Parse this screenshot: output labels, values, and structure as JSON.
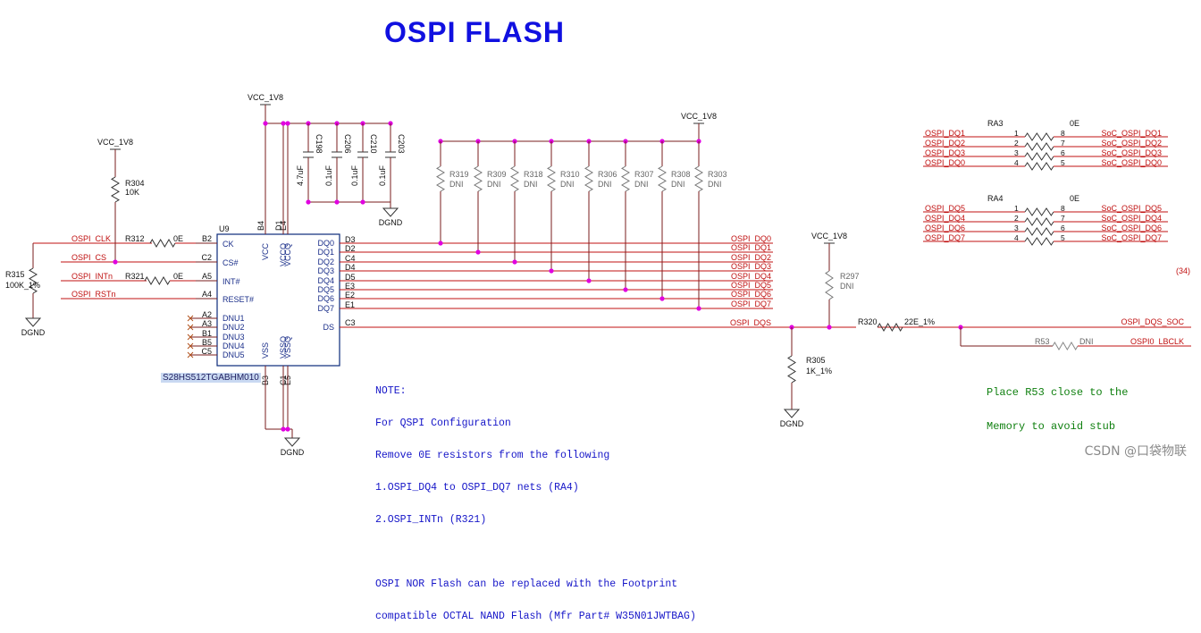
{
  "title": "OSPI  FLASH",
  "colors": {
    "net": "#c01010",
    "wire": "#7a1e1e",
    "junction": "#e000e0",
    "chip": "#0b2a7a",
    "pinlabel": "#1b2f8a",
    "text_blue": "#1515c8",
    "gray": "#666666"
  },
  "power": {
    "vcc_chip": "VCC_1V8",
    "vcc_r304": "VCC_1V8",
    "vcc_pull": "VCC_1V8",
    "vcc_r297": "VCC_1V8"
  },
  "ground": {
    "gnd_r315": "DGND",
    "gnd_caps": "DGND",
    "gnd_chip": "DGND",
    "gnd_r305": "DGND"
  },
  "chip": {
    "ref": "U9",
    "part": "S28HS512TGABHM010",
    "left_pins": [
      {
        "num": "B2",
        "name": "CK"
      },
      {
        "num": "C2",
        "name": "CS#"
      },
      {
        "num": "A5",
        "name": "INT#"
      },
      {
        "num": "A4",
        "name": "RESET#"
      }
    ],
    "dnu_pins": [
      {
        "num": "A2",
        "name": "DNU1"
      },
      {
        "num": "A3",
        "name": "DNU2"
      },
      {
        "num": "B1",
        "name": "DNU3"
      },
      {
        "num": "B5",
        "name": "DNU4"
      },
      {
        "num": "C5",
        "name": "DNU5"
      }
    ],
    "top_pins": [
      {
        "num": "B4",
        "name": "VCC"
      },
      {
        "num": "D1",
        "name": "VCCQ"
      },
      {
        "num": "E4",
        "name": "VCCQ"
      }
    ],
    "bottom_pins": [
      {
        "num": "B3",
        "name": "VSS"
      },
      {
        "num": "C1",
        "name": "VSSQ"
      },
      {
        "num": "E5",
        "name": "VSSQ"
      }
    ],
    "right_pins": [
      {
        "num": "D3",
        "name": "DQ0",
        "net": "OSPI_DQ0"
      },
      {
        "num": "D2",
        "name": "DQ1",
        "net": "OSPI_DQ1"
      },
      {
        "num": "C4",
        "name": "DQ2",
        "net": "OSPI_DQ2"
      },
      {
        "num": "D4",
        "name": "DQ3",
        "net": "OSPI_DQ3"
      },
      {
        "num": "D5",
        "name": "DQ4",
        "net": "OSPI_DQ4"
      },
      {
        "num": "E3",
        "name": "DQ5",
        "net": "OSPI_DQ5"
      },
      {
        "num": "E2",
        "name": "DQ6",
        "net": "OSPI_DQ6"
      },
      {
        "num": "E1",
        "name": "DQ7",
        "net": "OSPI_DQ7"
      }
    ],
    "ds_pin": {
      "num": "C3",
      "name": "DS",
      "net": "OSPI_DQS"
    }
  },
  "left_nets": [
    {
      "net": "OSPI_CLK",
      "res": "R312",
      "val": "0E"
    },
    {
      "net": "OSPI_CS"
    },
    {
      "net": "OSPI_INTn",
      "res": "R321",
      "val": "0E"
    },
    {
      "net": "OSPI_RSTn"
    }
  ],
  "r304": {
    "ref": "R304",
    "val": "10K"
  },
  "r315": {
    "ref": "R315",
    "val": "100K_1%"
  },
  "caps": [
    {
      "ref": "C198",
      "val": "4.7uF"
    },
    {
      "ref": "C206",
      "val": "0.1uF"
    },
    {
      "ref": "C210",
      "val": "0.1uF"
    },
    {
      "ref": "C203",
      "val": "0.1uF"
    }
  ],
  "pullups": [
    {
      "ref": "R319",
      "val": "DNI"
    },
    {
      "ref": "R309",
      "val": "DNI"
    },
    {
      "ref": "R318",
      "val": "DNI"
    },
    {
      "ref": "R310",
      "val": "DNI"
    },
    {
      "ref": "R306",
      "val": "DNI"
    },
    {
      "ref": "R307",
      "val": "DNI"
    },
    {
      "ref": "R308",
      "val": "DNI"
    },
    {
      "ref": "R303",
      "val": "DNI"
    }
  ],
  "r297": {
    "ref": "R297",
    "val": "DNI"
  },
  "r305": {
    "ref": "R305",
    "val": "1K_1%"
  },
  "r320": {
    "ref": "R320",
    "val": "22E_1%"
  },
  "r53": {
    "ref": "R53",
    "val": "DNI"
  },
  "dqs_out": {
    "soc": "OSPI_DQS_SOC",
    "lbclk": "OSPI0_LBCLK"
  },
  "ra3": {
    "ref": "RA3",
    "val": "0E",
    "rows": [
      {
        "left": "OSPI_DQ1",
        "p1": "1",
        "p2": "8",
        "right": "SoC_OSPI_DQ1"
      },
      {
        "left": "OSPI_DQ2",
        "p1": "2",
        "p2": "7",
        "right": "SoC_OSPI_DQ2"
      },
      {
        "left": "OSPI_DQ3",
        "p1": "3",
        "p2": "6",
        "right": "SoC_OSPI_DQ3"
      },
      {
        "left": "OSPI_DQ0",
        "p1": "4",
        "p2": "5",
        "right": "SoC_OSPI_DQ0"
      }
    ]
  },
  "ra4": {
    "ref": "RA4",
    "val": "0E",
    "rows": [
      {
        "left": "OSPI_DQ5",
        "p1": "1",
        "p2": "8",
        "right": "SoC_OSPI_DQ5"
      },
      {
        "left": "OSPI_DQ4",
        "p1": "2",
        "p2": "7",
        "right": "SoC_OSPI_DQ4"
      },
      {
        "left": "OSPI_DQ6",
        "p1": "3",
        "p2": "6",
        "right": "SoC_OSPI_DQ6"
      },
      {
        "left": "OSPI_DQ7",
        "p1": "4",
        "p2": "5",
        "right": "SoC_OSPI_DQ7"
      }
    ]
  },
  "page_ref": "(34)",
  "note_lines": [
    "NOTE:",
    "For QSPI Configuration",
    "Remove 0E resistors from the following",
    "1.OSPI_DQ4 to OSPI_DQ7 nets (RA4)",
    "2.OSPI_INTn (R321)",
    "",
    "OSPI NOR Flash can be replaced with the Footprint",
    "compatible OCTAL NAND Flash (Mfr Part# W35N01JWTBAG)"
  ],
  "r53_note": [
    "Place R53 close to the",
    "Memory to avoid stub"
  ],
  "watermark": "CSDN @口袋物联"
}
